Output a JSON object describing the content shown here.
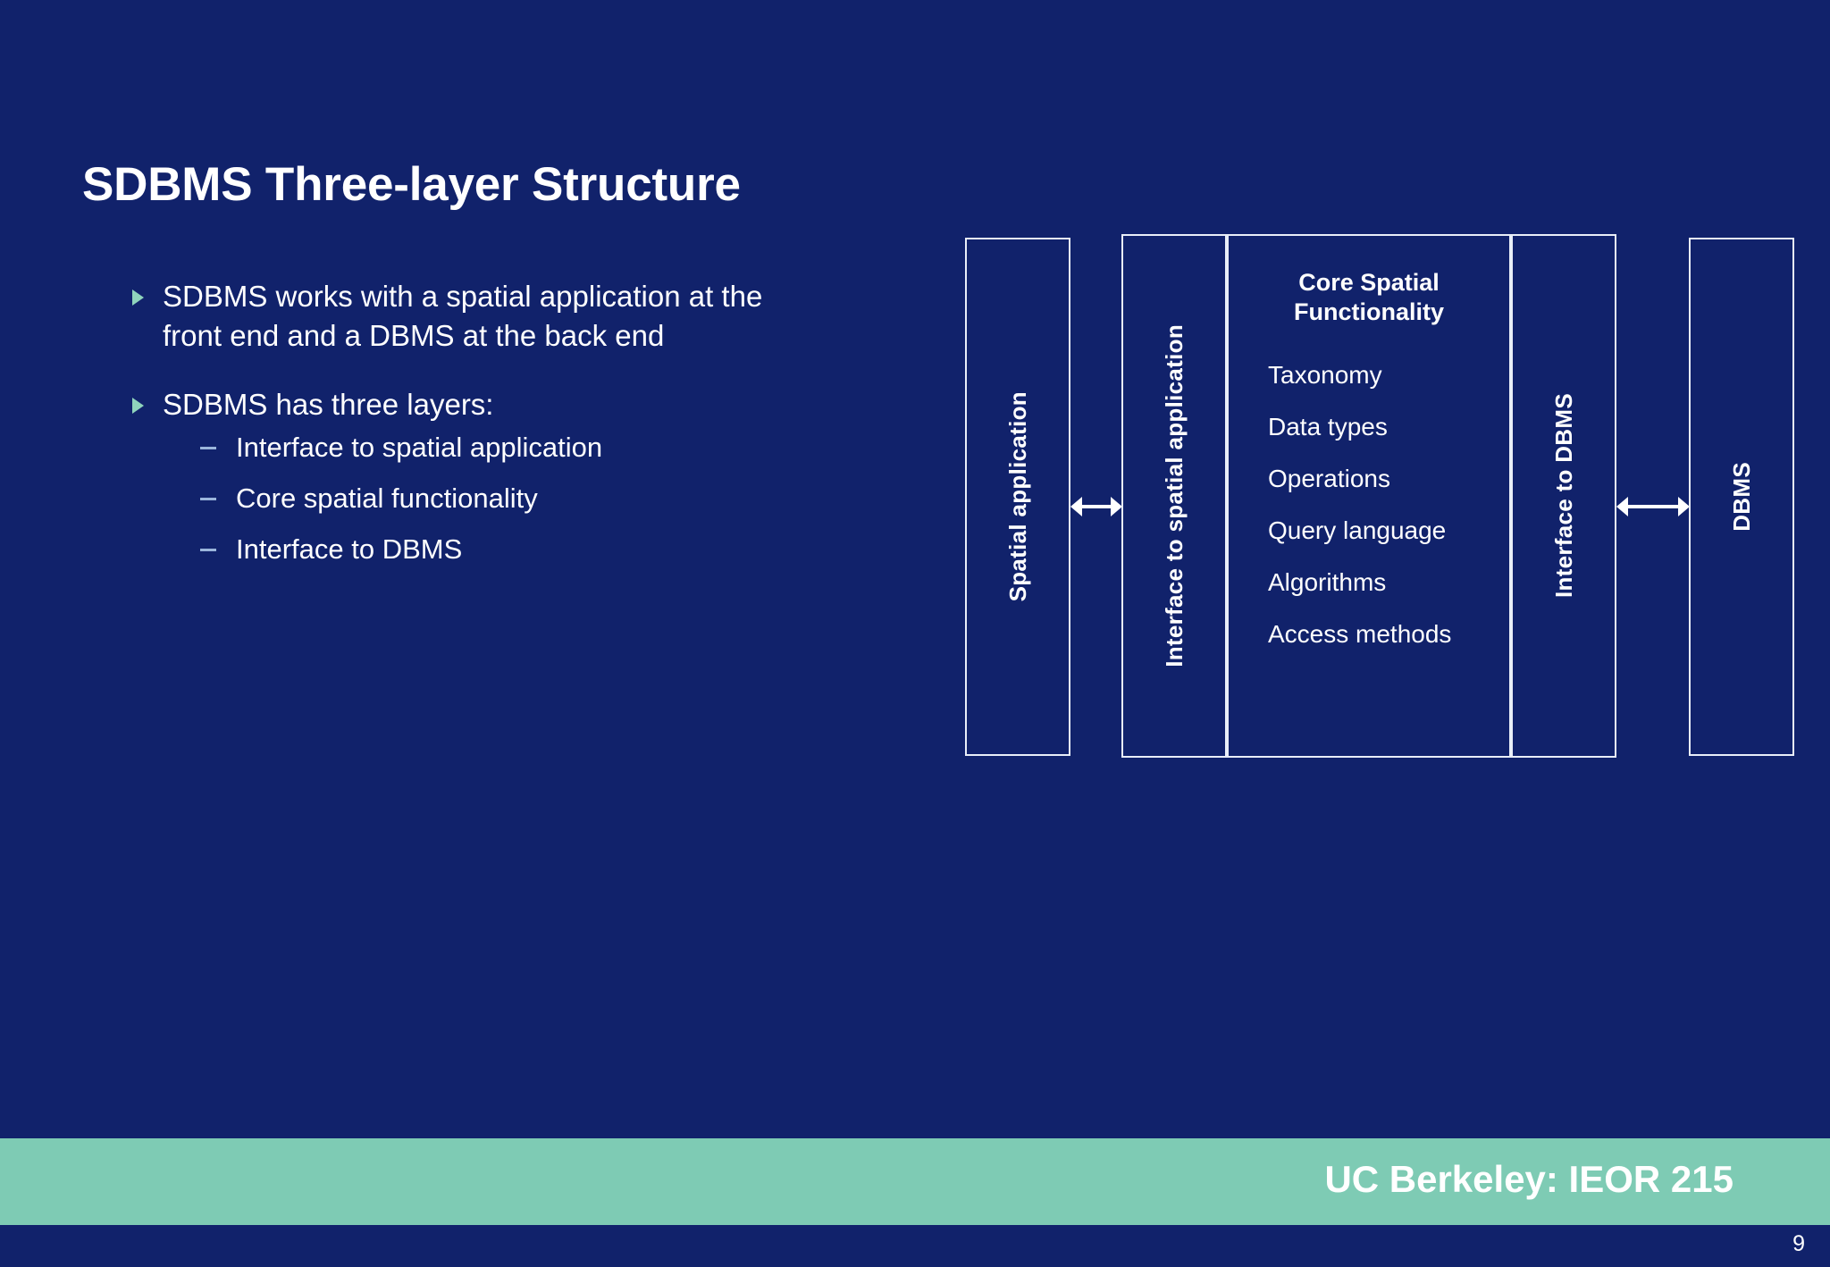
{
  "slide": {
    "title": "SDBMS Three-layer Structure",
    "background_color": "#11226b",
    "accent_color": "#8fd4bc",
    "footer_band_color": "#7ecbb4"
  },
  "bullets": [
    {
      "marker": "triangle-bullet-icon",
      "text": "SDBMS works with a spatial application at the front end and a DBMS at the back end",
      "children": []
    },
    {
      "marker": "triangle-bullet-icon",
      "text": "SDBMS has three layers:",
      "children": [
        "Interface to spatial application",
        "Core spatial functionality",
        "Interface to DBMS"
      ]
    }
  ],
  "diagram": {
    "boxes": {
      "spatial_application": "Spatial application",
      "interface_to_spatial_application": "Interface to spatial application",
      "core_spatial_functionality_title": "Core Spatial Functionality",
      "interface_to_dbms": "Interface to DBMS",
      "dbms": "DBMS"
    },
    "core_items": [
      "Taxonomy",
      "Data types",
      "Operations",
      "Query language",
      "Algorithms",
      "Access methods"
    ],
    "arrows": [
      {
        "name": "arrow-spatial-to-interface",
        "glyph": "double-arrow-icon"
      },
      {
        "name": "arrow-interface-to-dbms",
        "glyph": "double-arrow-icon"
      }
    ]
  },
  "footer": {
    "title": "UC Berkeley: IEOR 215",
    "page_number": "9"
  }
}
